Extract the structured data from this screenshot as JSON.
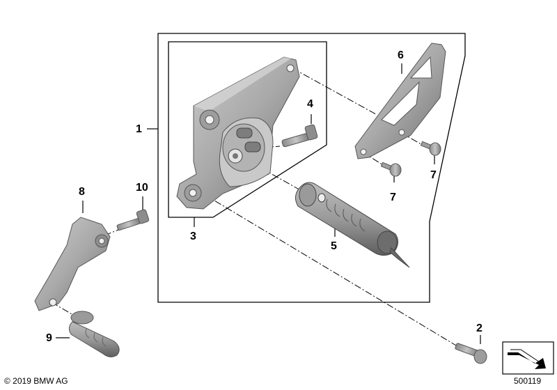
{
  "callouts": {
    "c1": "1",
    "c2": "2",
    "c3": "3",
    "c4": "4",
    "c5": "5",
    "c6": "6",
    "c7a": "7",
    "c7b": "7",
    "c8": "8",
    "c9": "9",
    "c10": "10"
  },
  "footer": {
    "copyright": "© 2019 BMW AG",
    "diagram_number": "500119"
  },
  "icons": {
    "nav_arrow": "bent-arrow-icon"
  }
}
